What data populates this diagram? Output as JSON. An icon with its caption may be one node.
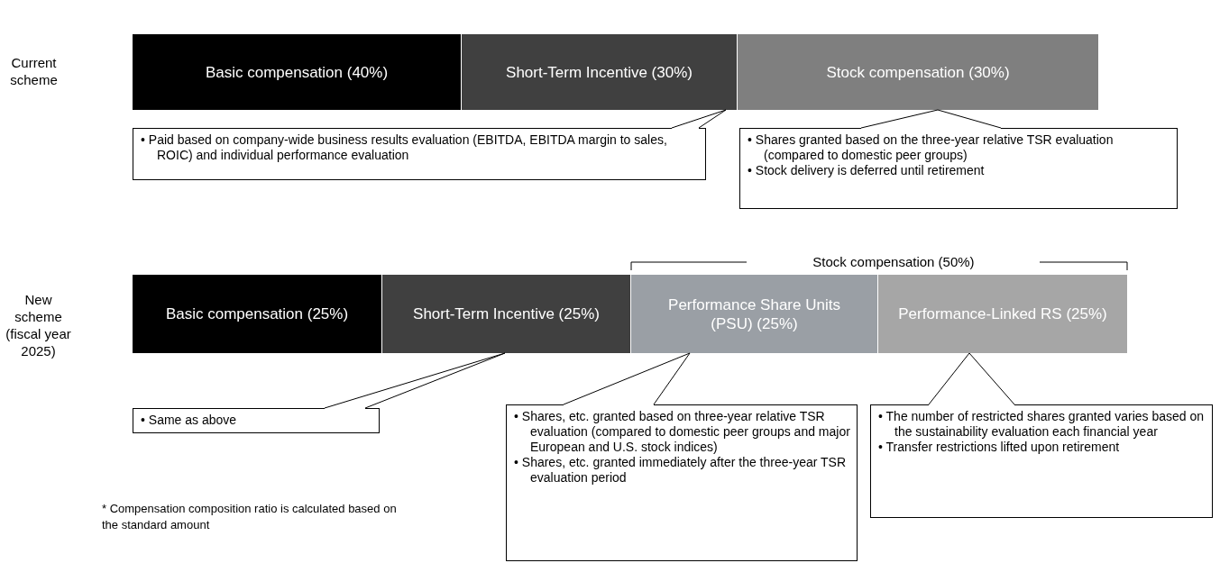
{
  "diagram": {
    "nodes": [
      {
        "text": [
          "Basic compensation (40%)"
        ]
      },
      {
        "text": [
          "Short-Term Incentive (30%)"
        ]
      },
      {
        "text": [
          "Stock compensation (30%)"
        ]
      },
      {
        "text": [
          "• Paid based on company-wide business results evaluation (EBITDA, EBITDA margin to sales, ROIC) and individual performance evaluation"
        ]
      },
      {
        "text": [
          "• Shares granted based on the three-year relative TSR evaluation (compared to domestic peer groups)",
          "• Stock delivery is deferred until retirement"
        ]
      },
      {
        "text": [
          "Basic compensation (25%)"
        ]
      },
      {
        "text": [
          "Short-Term Incentive (25%)"
        ]
      },
      {
        "text": [
          "Performance Share Units (PSU) (25%)"
        ]
      },
      {
        "text": [
          "Performance-Linked RS (25%)"
        ]
      },
      {
        "text": [
          "• Same as above"
        ]
      },
      {
        "text": [
          "• Shares, etc. granted based on three-year relative TSR evaluation (compared to domestic peer groups and major European and U.S. stock indices)",
          "• Shares, etc. granted immediately after the three-year TSR evaluation period"
        ]
      },
      {
        "text": [
          "• The number of restricted shares granted varies based on the sustainability evaluation each financial year",
          "• Transfer restrictions lifted upon retirement"
        ]
      }
    ],
    "edges": [
      {
        "from": 3,
        "to": 1,
        "arrow": "none"
      },
      {
        "from": 4,
        "to": 2,
        "arrow": "none"
      },
      {
        "from": 9,
        "to": 6,
        "arrow": "none"
      },
      {
        "from": 10,
        "to": 7,
        "arrow": "none"
      },
      {
        "from": 11,
        "to": 8,
        "arrow": "none"
      }
    ],
    "labels": [
      "Current scheme",
      "Stock compensation (50%)",
      "New scheme (fiscal year 2025)",
      "* Compensation composition ratio is calculated based on the standard amount"
    ]
  }
}
